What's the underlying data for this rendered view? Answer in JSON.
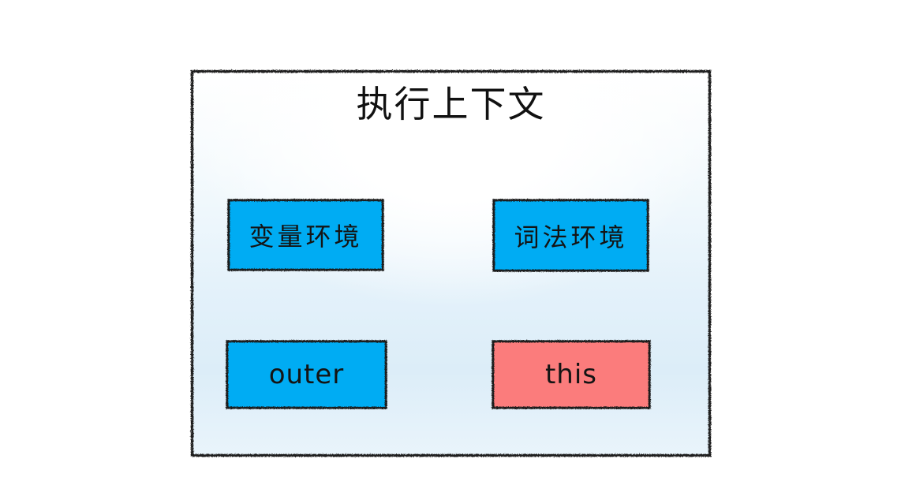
{
  "diagram": {
    "title": "执行上下文",
    "frame": {
      "name": "execution-context-frame",
      "style": "hand-drawn-sketch-border",
      "border_color": "#1a1a1a",
      "background_top": "#ffffff",
      "background_edge": "#dcedf8"
    },
    "colors": {
      "blue_fill": "#02acf3",
      "red_fill": "#fb7c7c",
      "stroke": "#1a1a1a",
      "text": "#141414"
    },
    "nodes": [
      {
        "id": "variable-environment",
        "label": "变量环境",
        "fill": "#02acf3",
        "script": "cjk",
        "row": 1,
        "column": 1
      },
      {
        "id": "lexical-environment",
        "label": "词法环境",
        "fill": "#02acf3",
        "script": "cjk",
        "row": 1,
        "column": 2
      },
      {
        "id": "outer",
        "label": "outer",
        "fill": "#02acf3",
        "script": "latin",
        "row": 2,
        "column": 1
      },
      {
        "id": "this",
        "label": "this",
        "fill": "#fb7c7c",
        "script": "latin",
        "row": 2,
        "column": 2
      }
    ]
  }
}
